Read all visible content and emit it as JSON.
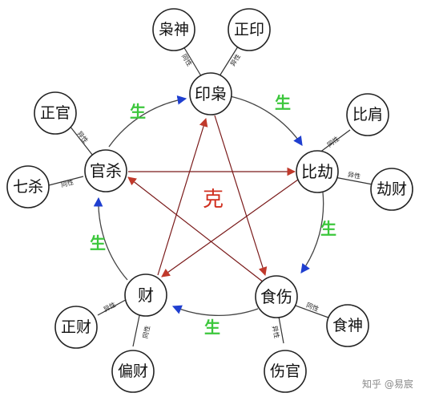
{
  "main_nodes": {
    "yinxiao": "印枭",
    "bijie": "比劫",
    "shishang": "食伤",
    "cai": "财",
    "guansha": "官杀"
  },
  "sub_nodes": {
    "xiaoshen": "枭神",
    "zhengyin": "正印",
    "bijian": "比肩",
    "jiecai": "劫财",
    "shishen": "食神",
    "shangguan": "伤官",
    "piancai": "偏财",
    "zhengcai": "正财",
    "qisha": "七杀",
    "zhengguan": "正官"
  },
  "link_labels": {
    "same": "同性",
    "diff": "异性"
  },
  "relations": {
    "sheng": "生",
    "ke": "克"
  },
  "colors": {
    "sheng_text": "#3cc73c",
    "ke_text": "#d03020",
    "sheng_arrow": "#1f3fd0",
    "ke_arrow": "#c0392b"
  },
  "watermark": "知乎 @易宸"
}
